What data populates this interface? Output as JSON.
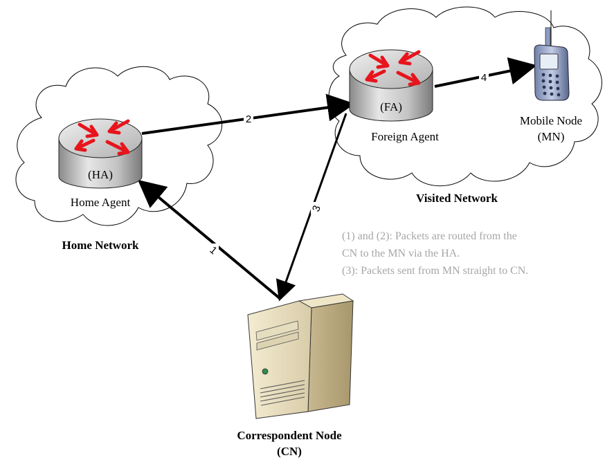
{
  "nodes": {
    "home_agent": {
      "tag": "(HA)",
      "name": "Home Agent"
    },
    "foreign_agent": {
      "tag": "(FA)",
      "name": "Foreign Agent"
    },
    "mobile_node": {
      "name_line1": "Mobile Node",
      "name_line2": "(MN)"
    },
    "correspondent_node": {
      "name_line1": "Correspondent Node",
      "name_line2": "(CN)"
    }
  },
  "networks": {
    "home": "Home Network",
    "visited": "Visited Network"
  },
  "links": [
    {
      "from": "correspondent_node",
      "to": "home_agent",
      "label": "1"
    },
    {
      "from": "home_agent",
      "to": "foreign_agent",
      "label": "2"
    },
    {
      "from": "foreign_agent",
      "to": "correspondent_node",
      "label": "3"
    },
    {
      "from": "foreign_agent",
      "to": "mobile_node",
      "label": "4"
    }
  ],
  "notes": [
    "(1) and (2): Packets are routed from the",
    "CN to the MN via the HA.",
    "(3): Packets sent from MN straight to CN."
  ],
  "colors": {
    "router_body": "#b8b8b8",
    "router_arrow": "#e8141c",
    "link": "#000000",
    "note_text": "#a6a6a6"
  }
}
